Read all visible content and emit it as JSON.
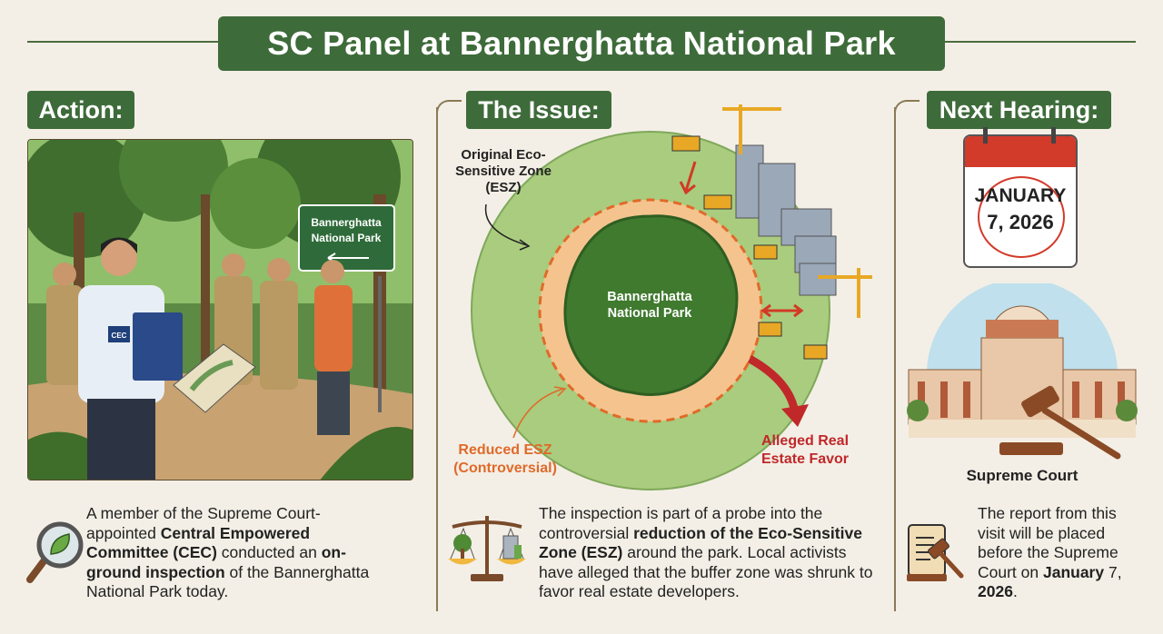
{
  "title": "SC Panel at Bannerghatta National Park",
  "action": {
    "label": "Action:",
    "sign_text": "Bannerghatta National Park",
    "vest_badge": "CEC",
    "text_parts": [
      {
        "t": "A member of the Supreme Court-appointed ",
        "b": false
      },
      {
        "t": "Central Empowered Committee (CEC)",
        "b": true
      },
      {
        "t": " conducted an ",
        "b": false
      },
      {
        "t": "on-ground inspection",
        "b": true
      },
      {
        "t": " of the Bannerghatta National Park today.",
        "b": false
      }
    ]
  },
  "issue": {
    "label": "The Issue:",
    "original_esz": "Original Eco-Sensitive Zone (ESZ)",
    "park_name": "Bannerghatta National Park",
    "reduced_esz": "Reduced ESZ (Controversial)",
    "alleged": "Alleged Real Estate Favor",
    "text_parts": [
      {
        "t": "The inspection is part of a probe into the controversial ",
        "b": false
      },
      {
        "t": "reduction of the Eco-Sensitive Zone (ESZ)",
        "b": true
      },
      {
        "t": " around the park. Local activists have alleged that the buffer zone was shrunk to favor real estate developers.",
        "b": false
      }
    ]
  },
  "hearing": {
    "label": "Next Hearing:",
    "calendar_month": "JANUARY",
    "calendar_date": "7, 2026",
    "court_caption": "Supreme Court",
    "text_parts": [
      {
        "t": "The report from this visit will be placed before the Supreme Court on ",
        "b": false
      },
      {
        "t": "January",
        "b": true
      },
      {
        "t": " 7, ",
        "b": false
      },
      {
        "t": "2026",
        "b": true
      },
      {
        "t": ".",
        "b": false
      }
    ]
  },
  "colors": {
    "green": "#3e6b3a",
    "orange": "#e06a2a",
    "red": "#c0282a",
    "background": "#f3efe6"
  }
}
